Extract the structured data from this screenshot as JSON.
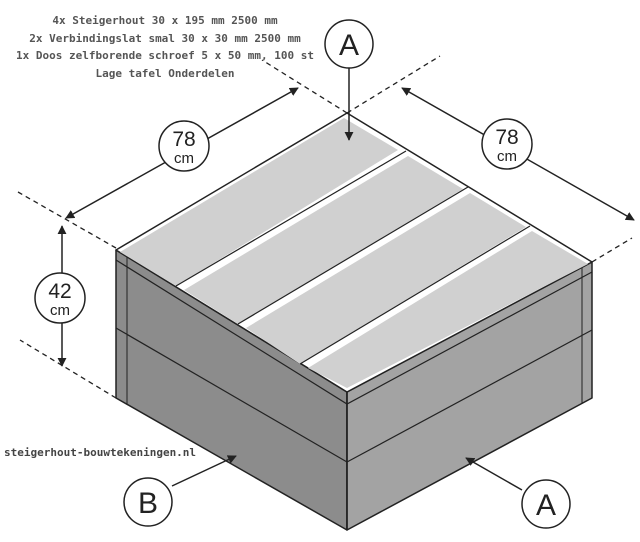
{
  "parts_list": [
    "4x Steigerhout 30 x 195 mm 2500 mm",
    "2x Verbindingslat smal 30 x 30 mm 2500 mm",
    "1x Doos zelfborende schroef 5 x 50 mm, 100 st",
    "Lage tafel Onderdelen"
  ],
  "website": "steigerhout-bouwtekeningen.nl",
  "dimensions": {
    "width": {
      "value": "78",
      "unit": "cm"
    },
    "depth": {
      "value": "78",
      "unit": "cm"
    },
    "height": {
      "value": "42",
      "unit": "cm"
    }
  },
  "callouts": {
    "top_a": "A",
    "front_b": "B",
    "front_a": "A"
  },
  "colors": {
    "outline": "#222222",
    "side_dark": "#8c8c8c",
    "side_mid": "#a3a3a3",
    "top_planks": "#d0d0d0",
    "gaps": "#ffffff"
  }
}
